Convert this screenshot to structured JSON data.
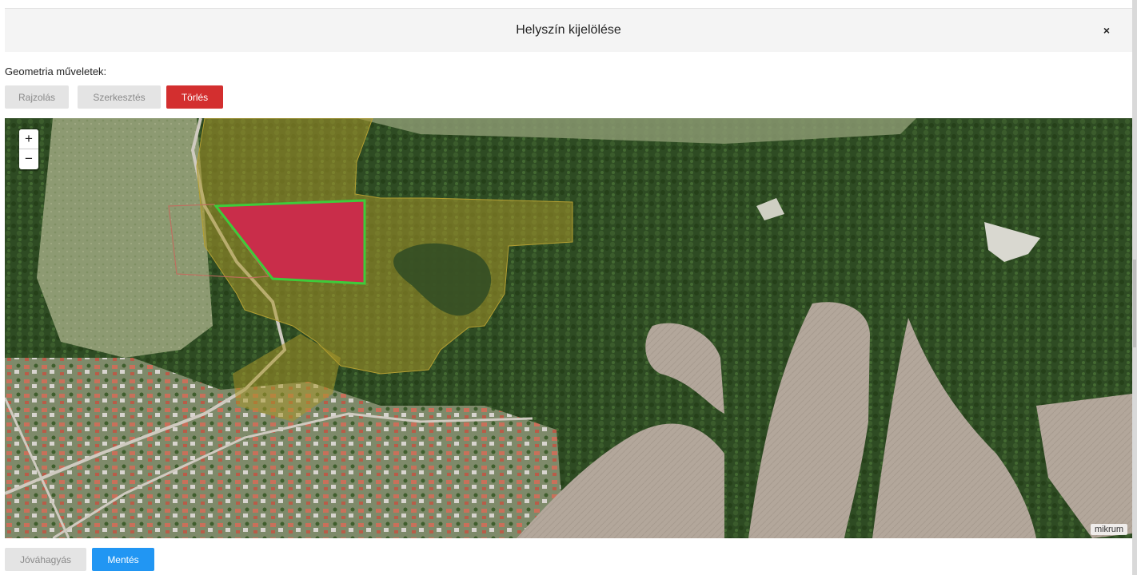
{
  "modal": {
    "title": "Helyszín kijelölése",
    "close_label": "×"
  },
  "geometry": {
    "label": "Geometria műveletek:",
    "buttons": {
      "draw": "Rajzolás",
      "edit": "Szerkesztés",
      "delete": "Törlés"
    }
  },
  "map": {
    "zoom_in": "+",
    "zoom_out": "−",
    "attribution": "mikrum",
    "layer_colors": {
      "selected_fill": "#c92d4a",
      "selected_stroke": "#3ecb3a",
      "parcel_overlay": "#a8962a"
    }
  },
  "footer": {
    "approve": "Jóváhagyás",
    "save": "Mentés"
  },
  "colors": {
    "primary": "#2196f3",
    "danger": "#d32f2f",
    "disabled": "#e4e4e4"
  }
}
